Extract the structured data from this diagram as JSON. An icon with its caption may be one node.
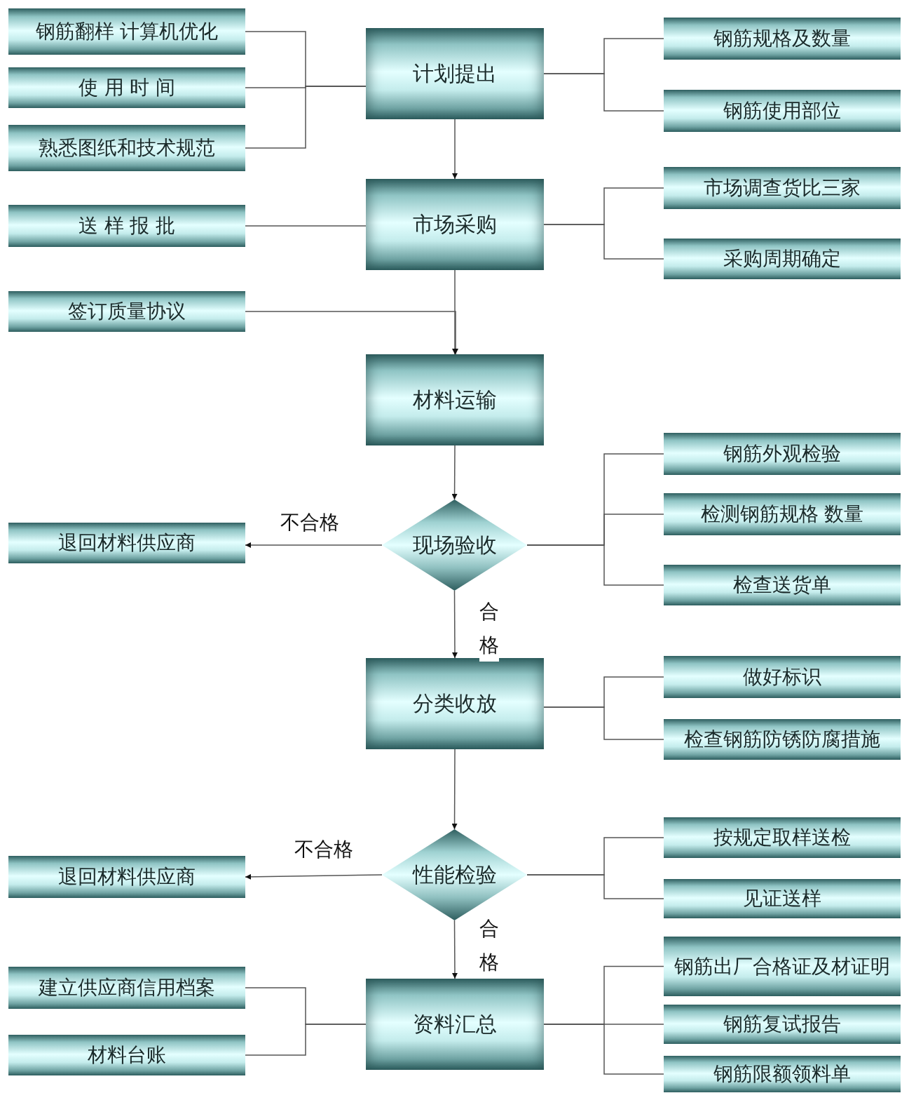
{
  "diagram": {
    "nodes": [
      {
        "text": [
          "计划提出"
        ]
      },
      {
        "text": [
          "钢筋翻样 计算机优化"
        ]
      },
      {
        "text": [
          "使 用 时 间"
        ]
      },
      {
        "text": [
          "熟悉图纸和技术规范"
        ]
      },
      {
        "text": [
          "钢筋规格及数量"
        ]
      },
      {
        "text": [
          "钢筋使用部位"
        ]
      },
      {
        "text": [
          "市场采购"
        ]
      },
      {
        "text": [
          "送 样 报 批"
        ]
      },
      {
        "text": [
          "市场调查货比三家"
        ]
      },
      {
        "text": [
          "采购周期确定"
        ]
      },
      {
        "text": [
          "签订质量协议"
        ]
      },
      {
        "text": [
          "材料运输"
        ]
      },
      {
        "text": [
          "现场验收"
        ]
      },
      {
        "text": [
          "退回材料供应商"
        ]
      },
      {
        "text": [
          "钢筋外观检验"
        ]
      },
      {
        "text": [
          "检测钢筋规格 数量"
        ]
      },
      {
        "text": [
          "检查送货单"
        ]
      },
      {
        "text": [
          "分类收放"
        ]
      },
      {
        "text": [
          "做好标识"
        ]
      },
      {
        "text": [
          "检查钢筋防锈防腐措施"
        ]
      },
      {
        "text": [
          "性能检验"
        ]
      },
      {
        "text": [
          "退回材料供应商"
        ]
      },
      {
        "text": [
          "按规定取样送检"
        ]
      },
      {
        "text": [
          "见证送样"
        ]
      },
      {
        "text": [
          "资料汇总"
        ]
      },
      {
        "text": [
          "建立供应商信用档案"
        ]
      },
      {
        "text": [
          "材料台账"
        ]
      },
      {
        "text": [
          "钢筋出厂合格证及材证明"
        ]
      },
      {
        "text": [
          "钢筋复试报告"
        ]
      },
      {
        "text": [
          "钢筋限额领料单"
        ]
      }
    ],
    "edges": [
      {
        "from": 0,
        "to": 6,
        "arrow": "to"
      },
      {
        "from": 6,
        "to": 11,
        "arrow": "to"
      },
      {
        "from": 10,
        "to": 11,
        "arrow": "to"
      },
      {
        "from": 11,
        "to": 12,
        "arrow": "to"
      },
      {
        "from": 12,
        "to": 13,
        "arrow": "to",
        "label": "不合格"
      },
      {
        "from": 12,
        "to": 17,
        "arrow": "to",
        "label": "合格"
      },
      {
        "from": 17,
        "to": 20,
        "arrow": "to"
      },
      {
        "from": 20,
        "to": 21,
        "arrow": "to",
        "label": "不合格"
      },
      {
        "from": 20,
        "to": 24,
        "arrow": "to",
        "label": "合格"
      },
      {
        "from": 1,
        "to": 0,
        "arrow": "none"
      },
      {
        "from": 2,
        "to": 0,
        "arrow": "none"
      },
      {
        "from": 3,
        "to": 0,
        "arrow": "none"
      },
      {
        "from": 0,
        "to": 4,
        "arrow": "none"
      },
      {
        "from": 0,
        "to": 5,
        "arrow": "none"
      },
      {
        "from": 7,
        "to": 6,
        "arrow": "none"
      },
      {
        "from": 6,
        "to": 8,
        "arrow": "none"
      },
      {
        "from": 6,
        "to": 9,
        "arrow": "none"
      },
      {
        "from": 12,
        "to": 14,
        "arrow": "none"
      },
      {
        "from": 12,
        "to": 15,
        "arrow": "none"
      },
      {
        "from": 12,
        "to": 16,
        "arrow": "none"
      },
      {
        "from": 17,
        "to": 18,
        "arrow": "none"
      },
      {
        "from": 17,
        "to": 19,
        "arrow": "none"
      },
      {
        "from": 20,
        "to": 22,
        "arrow": "none"
      },
      {
        "from": 20,
        "to": 23,
        "arrow": "none"
      },
      {
        "from": 25,
        "to": 24,
        "arrow": "none"
      },
      {
        "from": 26,
        "to": 24,
        "arrow": "none"
      },
      {
        "from": 24,
        "to": 27,
        "arrow": "none"
      },
      {
        "from": 24,
        "to": 28,
        "arrow": "none"
      },
      {
        "from": 24,
        "to": 29,
        "arrow": "none"
      }
    ]
  }
}
